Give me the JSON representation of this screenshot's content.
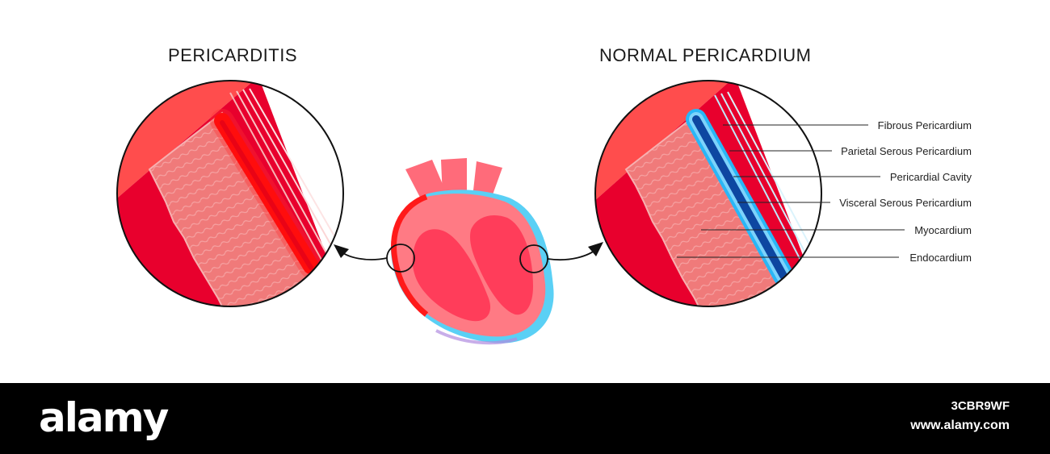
{
  "titles": {
    "left": "PERICARDITIS",
    "right": "NORMAL PERICARDIUM"
  },
  "labels": [
    "Fibrous Pericardium",
    "Parietal Serous Pericardium",
    "Pericardial Cavity",
    "Visceral Serous Pericardium",
    "Myocardium",
    "Endocardium"
  ],
  "footer": {
    "logo": "alamy",
    "image_id": "3CBR9WF",
    "url": "www.alamy.com"
  },
  "colors": {
    "muscle_pink": "#f08080",
    "deep_red": "#e8002d",
    "inflamed_red": "#ff1a1a",
    "pericardium_blue": "#29b6f6",
    "pericardium_dark_blue": "#0d47a1",
    "heart_chamber": "#ff3d5a"
  }
}
